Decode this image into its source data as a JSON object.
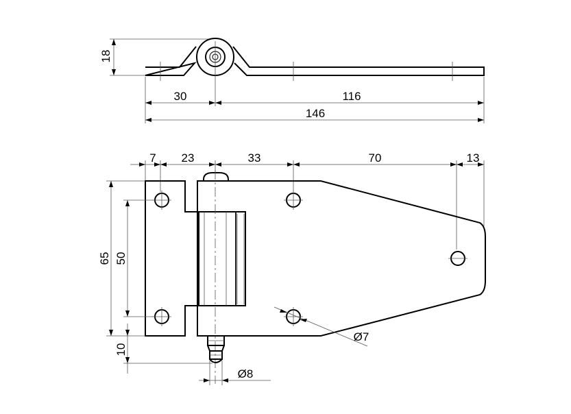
{
  "top_view": {
    "height_dim": "18",
    "left_dim": "30",
    "right_dim": "116",
    "total_dim": "146"
  },
  "front_view": {
    "top_dims": [
      "7",
      "23",
      "33",
      "70",
      "13"
    ],
    "height_outer": "65",
    "height_holes": "50",
    "nipple_dim": "10",
    "hole_dia": "Ø7",
    "nipple_dia": "Ø8"
  }
}
